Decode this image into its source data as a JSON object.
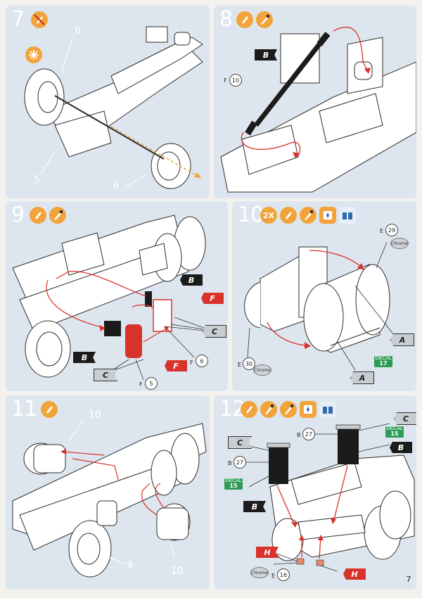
{
  "page_number": "7",
  "steps": [
    {
      "number": "7",
      "callouts": [
        "6",
        "5",
        "6"
      ],
      "tags": []
    },
    {
      "number": "8",
      "tags": [
        "B"
      ],
      "part_refs": [
        {
          "letter": "F",
          "number": "10"
        }
      ]
    },
    {
      "number": "9",
      "tags": [
        "B",
        "F",
        "C",
        "B",
        "C",
        "F"
      ],
      "part_refs": [
        {
          "letter": "F",
          "number": "6"
        },
        {
          "letter": "F",
          "number": "5"
        }
      ]
    },
    {
      "number": "10",
      "badge": "2X",
      "tags": [
        "A",
        "A"
      ],
      "part_refs": [
        {
          "letter": "E",
          "number": "29"
        },
        {
          "letter": "E",
          "number": "30"
        }
      ],
      "decal": {
        "label": "DECAL",
        "number": "17"
      },
      "chrome_label": "Chrome"
    },
    {
      "number": "11",
      "callouts": [
        "10",
        "9",
        "10"
      ]
    },
    {
      "number": "12",
      "tags": [
        "C",
        "C",
        "B",
        "B",
        "H",
        "H"
      ],
      "part_refs": [
        {
          "letter": "B",
          "number": "27"
        },
        {
          "letter": "B",
          "number": "27"
        },
        {
          "letter": "E",
          "number": "16"
        }
      ],
      "decals": [
        {
          "label": "DECAL",
          "number": "15"
        },
        {
          "label": "DECAL",
          "number": "15"
        }
      ],
      "chrome_label": "Chrome"
    }
  ]
}
